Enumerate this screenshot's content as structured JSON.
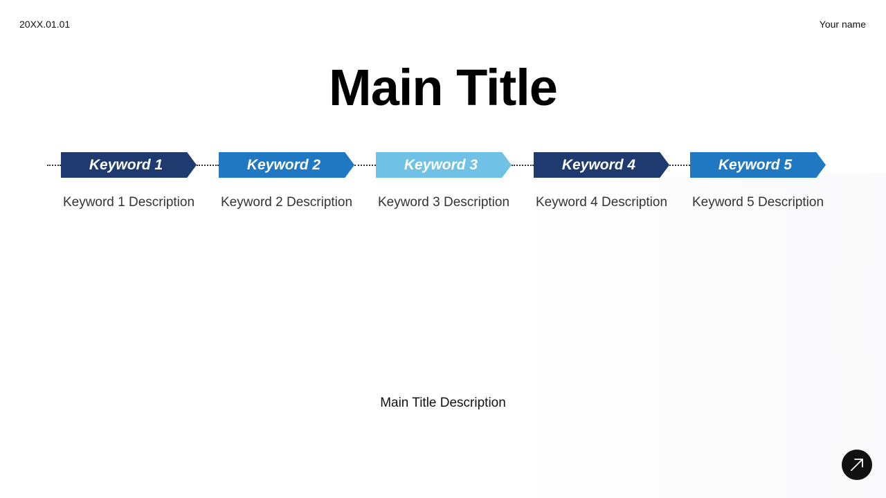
{
  "header": {
    "date": "20XX.01.01",
    "author": "Your name"
  },
  "title": "Main Title",
  "subtitle": "Main Title Description",
  "keywords": [
    {
      "label": "Keyword 1",
      "description": "Keyword 1 Description",
      "color": "#1f3a6e"
    },
    {
      "label": "Keyword 2",
      "description": "Keyword 2 Description",
      "color": "#1f78c1"
    },
    {
      "label": "Keyword 3",
      "description": "Keyword 3 Description",
      "color": "#6fc2e5"
    },
    {
      "label": "Keyword 4",
      "description": "Keyword 4 Description",
      "color": "#1f3a6e"
    },
    {
      "label": "Keyword 5",
      "description": "Keyword 5 Description",
      "color": "#1f78c1"
    }
  ],
  "action_button": {
    "icon": "arrow-up-right-icon"
  }
}
